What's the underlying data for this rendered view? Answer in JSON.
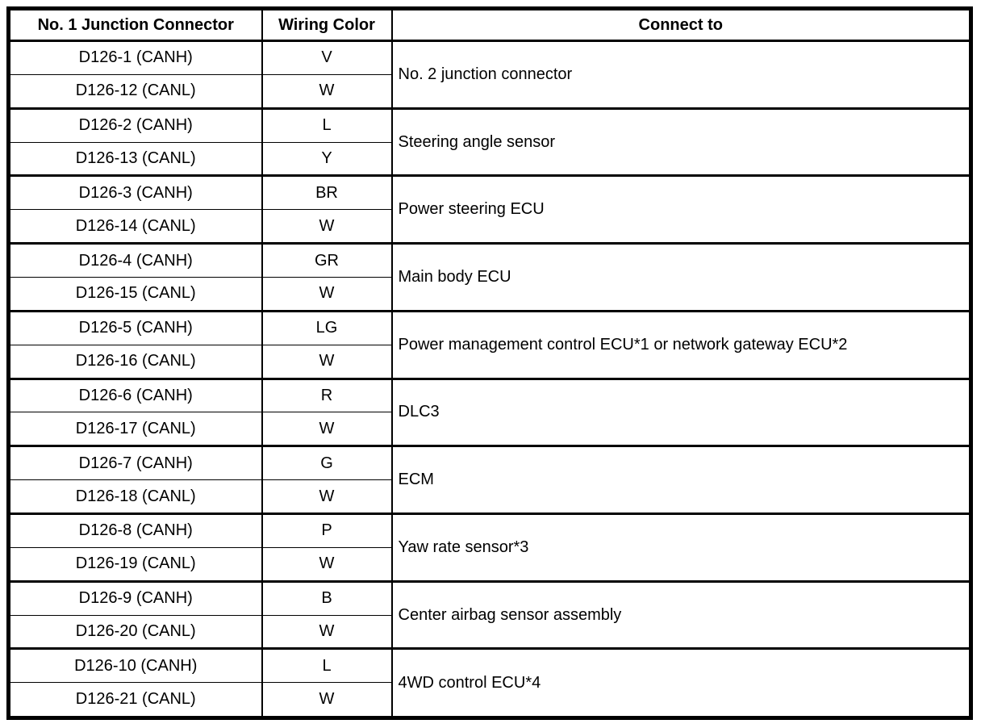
{
  "table": {
    "headers": [
      "No. 1 Junction Connector",
      "Wiring Color",
      "Connect to"
    ],
    "groups": [
      {
        "rows": [
          [
            "D126-1 (CANH)",
            "V"
          ],
          [
            "D126-12 (CANL)",
            "W"
          ]
        ],
        "connect_to": "No. 2 junction connector"
      },
      {
        "rows": [
          [
            "D126-2 (CANH)",
            "L"
          ],
          [
            "D126-13 (CANL)",
            "Y"
          ]
        ],
        "connect_to": "Steering angle sensor"
      },
      {
        "rows": [
          [
            "D126-3 (CANH)",
            "BR"
          ],
          [
            "D126-14 (CANL)",
            "W"
          ]
        ],
        "connect_to": "Power steering ECU"
      },
      {
        "rows": [
          [
            "D126-4 (CANH)",
            "GR"
          ],
          [
            "D126-15 (CANL)",
            "W"
          ]
        ],
        "connect_to": "Main body ECU"
      },
      {
        "rows": [
          [
            "D126-5 (CANH)",
            "LG"
          ],
          [
            "D126-16 (CANL)",
            "W"
          ]
        ],
        "connect_to": "Power management control ECU*1 or network gateway ECU*2"
      },
      {
        "rows": [
          [
            "D126-6 (CANH)",
            "R"
          ],
          [
            "D126-17 (CANL)",
            "W"
          ]
        ],
        "connect_to": "DLC3"
      },
      {
        "rows": [
          [
            "D126-7 (CANH)",
            "G"
          ],
          [
            "D126-18 (CANL)",
            "W"
          ]
        ],
        "connect_to": "ECM"
      },
      {
        "rows": [
          [
            "D126-8 (CANH)",
            "P"
          ],
          [
            "D126-19 (CANL)",
            "W"
          ]
        ],
        "connect_to": "Yaw rate sensor*3"
      },
      {
        "rows": [
          [
            "D126-9 (CANH)",
            "B"
          ],
          [
            "D126-20 (CANL)",
            "W"
          ]
        ],
        "connect_to": "Center airbag sensor assembly"
      },
      {
        "rows": [
          [
            "D126-10 (CANH)",
            "L"
          ],
          [
            "D126-21 (CANL)",
            "W"
          ]
        ],
        "connect_to": "4WD control ECU*4"
      }
    ],
    "colors": {
      "border": "#000000",
      "background": "#ffffff",
      "text": "#000000"
    }
  }
}
